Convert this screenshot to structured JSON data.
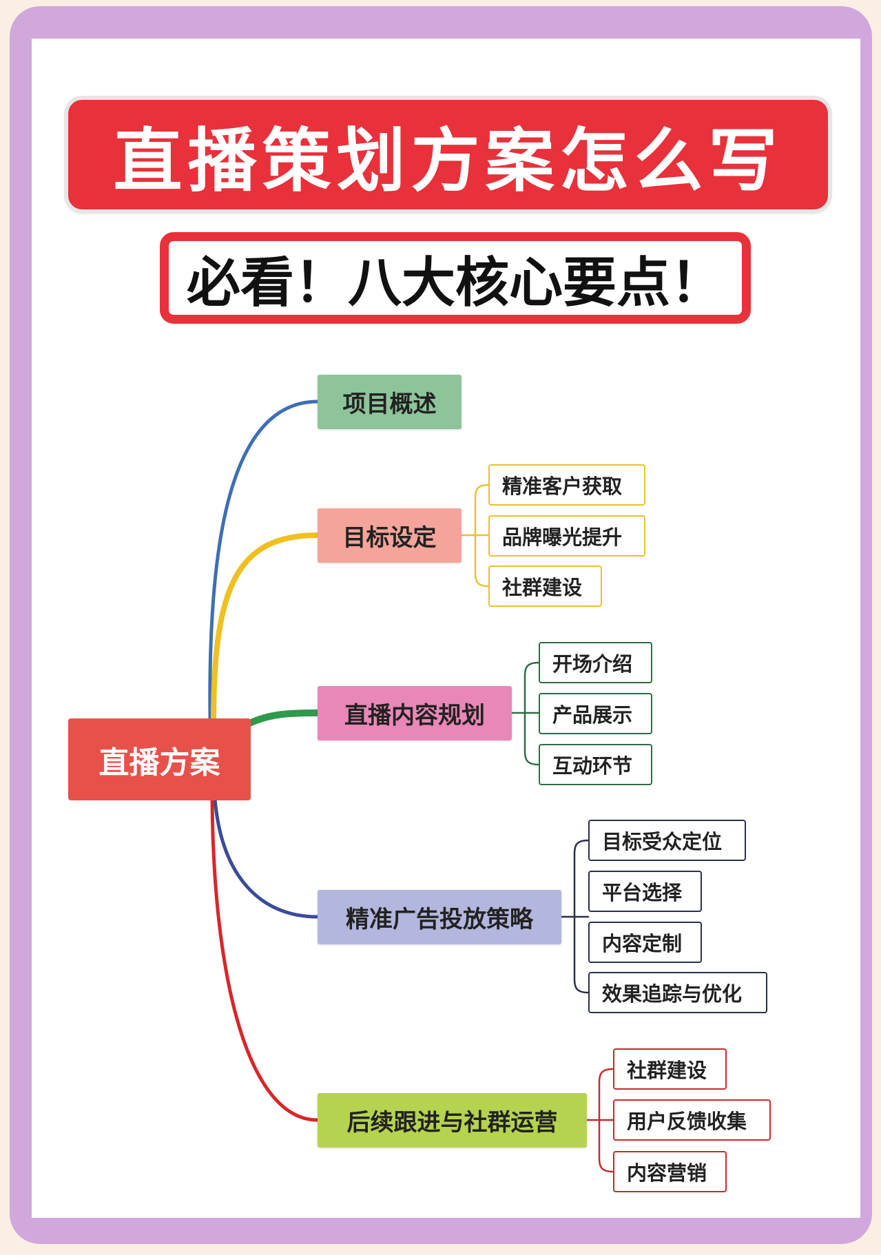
{
  "title": "直播策划方案怎么写",
  "subtitle": "必看！八大核心要点！",
  "root": "直播方案",
  "branches": [
    {
      "label": "项目概述",
      "fill": "#8dc49a",
      "line": "#3d6fb6",
      "children": []
    },
    {
      "label": "目标设定",
      "fill": "#f4a49a",
      "line": "#f0c020",
      "children": [
        "精准客户获取",
        "品牌曝光提升",
        "社群建设"
      ]
    },
    {
      "label": "直播内容规划",
      "fill": "#e987b8",
      "line": "#2f9a4a",
      "children": [
        "开场介绍",
        "产品展示",
        "互动环节"
      ]
    },
    {
      "label": "精准广告投放策略",
      "fill": "#b3b7de",
      "line": "#3b4a9a",
      "children": [
        "目标受众定位",
        "平台选择",
        "内容定制",
        "效果追踪与优化"
      ]
    },
    {
      "label": "后续跟进与社群运营",
      "fill": "#b5d34e",
      "line": "#d8262a",
      "children": [
        "社群建设",
        "用户反馈收集",
        "内容营销"
      ]
    }
  ]
}
